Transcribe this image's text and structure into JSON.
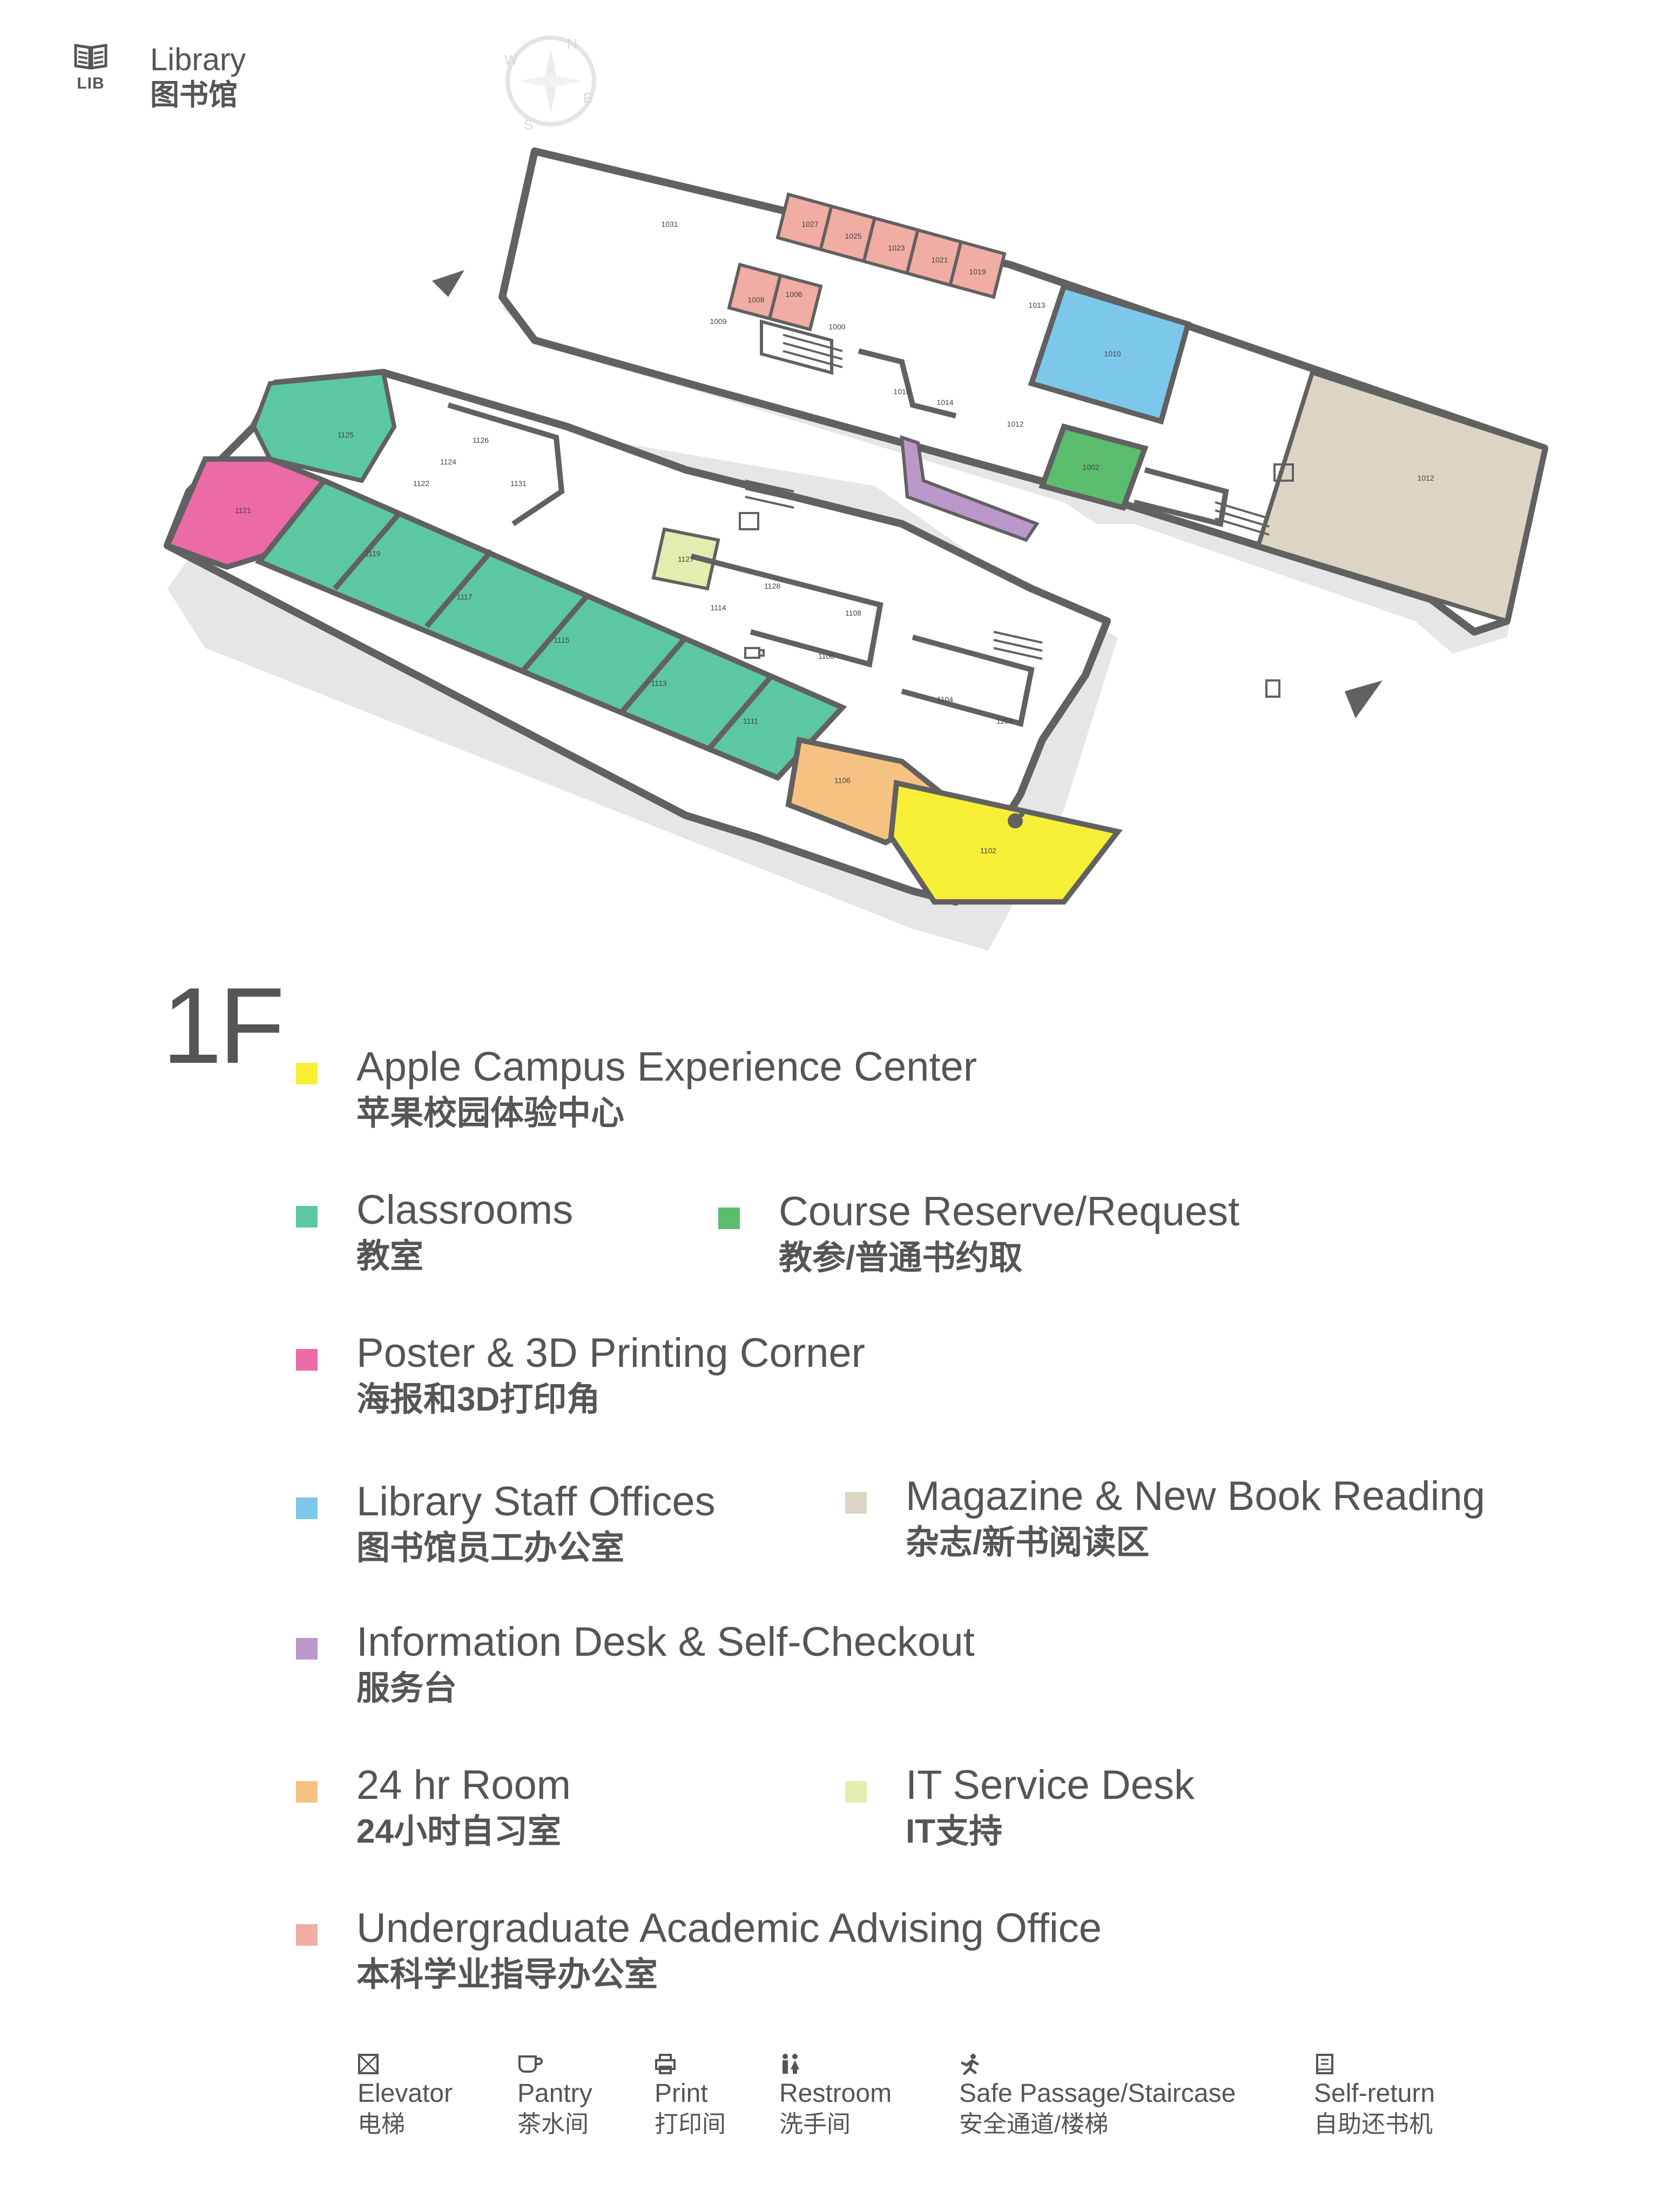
{
  "header": {
    "badge": "LIB",
    "title_en": "Library",
    "title_zh": "图书馆",
    "compass": {
      "n": "N",
      "e": "E",
      "s": "S",
      "w": "W"
    }
  },
  "floor": "1F",
  "colors": {
    "apple": "#f7ef35",
    "classrooms": "#5cc8a1",
    "course_reserve": "#5bbd6e",
    "poster": "#ec6aa5",
    "staff": "#7cc8ea",
    "magazine": "#dcd5c4",
    "info_desk": "#bb97cb",
    "room24": "#f6c281",
    "it": "#e4edb0",
    "advising": "#f1aca4",
    "wall": "#616161",
    "shadow": "#e2e2e2"
  },
  "rooms": [
    {
      "id": "r1031",
      "label": "1031"
    },
    {
      "id": "r1027",
      "label": "1027"
    },
    {
      "id": "r1025",
      "label": "1025"
    },
    {
      "id": "r1023",
      "label": "1023"
    },
    {
      "id": "r1021",
      "label": "1021"
    },
    {
      "id": "r1019",
      "label": "1019"
    },
    {
      "id": "r1006",
      "label": "1006"
    },
    {
      "id": "r1008",
      "label": "1008"
    },
    {
      "id": "r1009",
      "label": "1009"
    },
    {
      "id": "r1000",
      "label": "1000"
    },
    {
      "id": "r1013",
      "label": "1013"
    },
    {
      "id": "r1010",
      "label": "1010"
    },
    {
      "id": "r1016",
      "label": "1016"
    },
    {
      "id": "r1014",
      "label": "1014"
    },
    {
      "id": "r1012a",
      "label": "1012"
    },
    {
      "id": "r1002",
      "label": "1002"
    },
    {
      "id": "r1012b",
      "label": "1012"
    },
    {
      "id": "r1125",
      "label": "1125"
    },
    {
      "id": "r1121",
      "label": "1121"
    },
    {
      "id": "r1126",
      "label": "1126"
    },
    {
      "id": "r1124",
      "label": "1124"
    },
    {
      "id": "r1122",
      "label": "1122"
    },
    {
      "id": "r1131",
      "label": "1131"
    },
    {
      "id": "r1119",
      "label": "1119"
    },
    {
      "id": "r1117",
      "label": "1117"
    },
    {
      "id": "r1115",
      "label": "1115"
    },
    {
      "id": "r1113",
      "label": "1113"
    },
    {
      "id": "r1111",
      "label": "1111"
    },
    {
      "id": "r1127",
      "label": "1127"
    },
    {
      "id": "r1128",
      "label": "1128"
    },
    {
      "id": "r1114",
      "label": "1114"
    },
    {
      "id": "r1108",
      "label": "1108"
    },
    {
      "id": "r1100",
      "label": "1100"
    },
    {
      "id": "r1104",
      "label": "1104"
    },
    {
      "id": "r1103",
      "label": "1103"
    },
    {
      "id": "r1106",
      "label": "1106"
    },
    {
      "id": "r1102",
      "label": "1102"
    }
  ],
  "legend": [
    {
      "key": "apple",
      "en": "Apple Campus Experience Center",
      "zh": "苹果校园体验中心"
    },
    {
      "key": "classrooms",
      "en": "Classrooms",
      "zh": "教室"
    },
    {
      "key": "course_reserve",
      "en": "Course Reserve/Request",
      "zh": "教参/普通书约取"
    },
    {
      "key": "poster",
      "en": "Poster & 3D Printing Corner",
      "zh": "海报和3D打印角"
    },
    {
      "key": "staff",
      "en": "Library Staff Offices",
      "zh": "图书馆员工办公室"
    },
    {
      "key": "magazine",
      "en": "Magazine & New Book Reading",
      "zh": "杂志/新书阅读区"
    },
    {
      "key": "info_desk",
      "en": "Information Desk & Self-Checkout",
      "zh": "服务台"
    },
    {
      "key": "room24",
      "en": "24 hr Room",
      "zh": "24小时自习室"
    },
    {
      "key": "it",
      "en": "IT Service Desk",
      "zh": "IT支持"
    },
    {
      "key": "advising",
      "en": "Undergraduate Academic Advising Office",
      "zh": "本科学业指导办公室"
    }
  ],
  "icon_legend": [
    {
      "icon": "elevator-icon",
      "en": "Elevator",
      "zh": "电梯"
    },
    {
      "icon": "pantry-icon",
      "en": "Pantry",
      "zh": "茶水间"
    },
    {
      "icon": "print-icon",
      "en": "Print",
      "zh": "打印间"
    },
    {
      "icon": "restroom-icon",
      "en": "Restroom",
      "zh": "洗手间"
    },
    {
      "icon": "staircase-icon",
      "en": "Safe Passage/Staircase",
      "zh": "安全通道/楼梯"
    },
    {
      "icon": "self-return-icon",
      "en": "Self-return",
      "zh": "自助还书机"
    }
  ]
}
